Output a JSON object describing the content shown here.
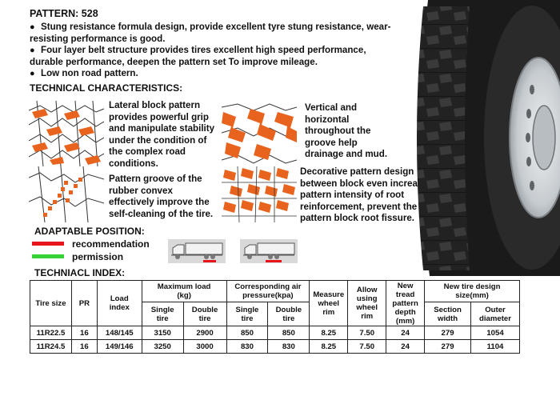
{
  "pattern_title": "PATTERN:  528",
  "bullets": [
    {
      "line1": "Stung resistance formula design, provide excellent tyre stung resistance, wear-",
      "line2": "resisting performance is good."
    },
    {
      "line1": "Four layer belt structure provides tires excellent high speed performance,",
      "line2": "durable performance, deepen the pattern set To improve mileage."
    },
    {
      "line1": "Low non road pattern.",
      "line2": ""
    }
  ],
  "tech_heading": "TECHNICAL CHARACTERISTICS:",
  "features": [
    {
      "lines": [
        "Lateral block pattern",
        "provides powerful grip",
        "and manipulate stability",
        "under the condition of",
        "the complex road",
        "conditions."
      ]
    },
    {
      "lines": [
        "Vertical and",
        "horizontal",
        "throughout the",
        "groove help",
        "drainage and mud."
      ]
    },
    {
      "lines": [
        "Pattern groove of the",
        "rubber convex",
        "effectively improve the",
        "self-cleaning of the tire."
      ]
    },
    {
      "lines": [
        "Decorative pattern design",
        "between block even increase",
        "pattern intensity of root",
        "reinforcement, prevent the",
        "pattern block root fissure."
      ]
    }
  ],
  "adaptable_heading": "ADAPTABLE POSITION:",
  "legend": [
    {
      "label": "recommendation",
      "color": "#e8141c"
    },
    {
      "label": "permission",
      "color": "#35d136"
    }
  ],
  "index_heading": "TECHNIACL INDEX:",
  "table": {
    "tire_size": "Tire size",
    "pr": "PR",
    "load_index": [
      "Load",
      "index"
    ],
    "max_load": [
      "Maximum load",
      "(kg)"
    ],
    "air_pressure": [
      "Corresponding air",
      "pressure(kpa)"
    ],
    "single_tire": [
      "Single",
      "tire"
    ],
    "double_tire": [
      "Double",
      "tire"
    ],
    "measure_rim": [
      "Measure",
      "wheel",
      "rim"
    ],
    "allow_rim": [
      "Allow",
      "using",
      "wheel",
      "rim"
    ],
    "tread_depth": [
      "New",
      "tread",
      "pattern",
      "depth",
      "(mm)"
    ],
    "new_size": [
      "New tire design",
      "size(mm)"
    ],
    "section_width": [
      "Section",
      "width"
    ],
    "outer_diameter": [
      "Outer",
      "diameter"
    ],
    "rows": [
      [
        "11R22.5",
        "16",
        "148/145",
        "3150",
        "2900",
        "850",
        "850",
        "8.25",
        "7.50",
        "24",
        "279",
        "1054"
      ],
      [
        "11R24.5",
        "16",
        "149/146",
        "3250",
        "3000",
        "830",
        "830",
        "8.25",
        "7.50",
        "24",
        "279",
        "1104"
      ]
    ]
  },
  "colors": {
    "pattern_orange": "#e8641e",
    "rim_silver": "#cfd3d6",
    "tire_black": "#1a1a1a"
  }
}
